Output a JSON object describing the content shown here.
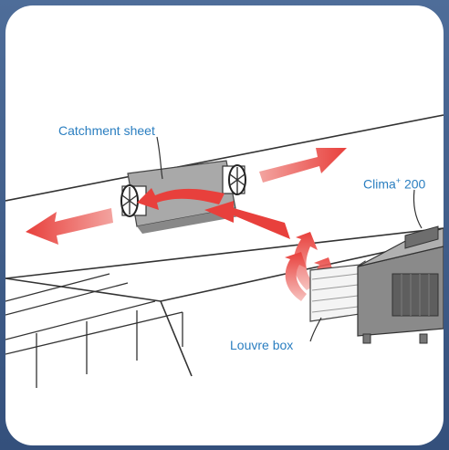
{
  "labels": {
    "catchment": "Catchment sheet",
    "clima_name": "Clima",
    "clima_sup": "+",
    "clima_num": "200",
    "louvre": "Louvre box"
  },
  "colors": {
    "frame": "#3d5a86",
    "label": "#2a7ec0",
    "arrow": "#e8403c",
    "unit": "#7a7a7a",
    "sheet": "#a9a9a9"
  },
  "icons": [
    "fan-icon",
    "air-flow-arrow"
  ]
}
